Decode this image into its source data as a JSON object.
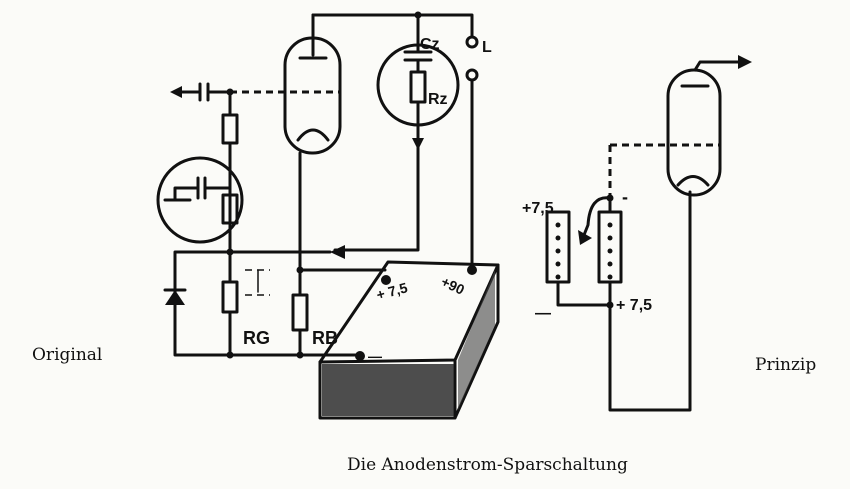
{
  "caption": "Die Anodenstrom-Sparschaltung",
  "left_title": "Original",
  "right_title": "Prinzip",
  "original": {
    "cz": "Cz",
    "rz": "Rz",
    "l": "L",
    "rg": "RG",
    "rb": "RB",
    "bat_plus75": "+ 7,5",
    "bat_plus90": "+90",
    "bat_minus": "—"
  },
  "prinzip": {
    "left_plus": "+7,5",
    "left_minus": "—",
    "right_minus": "-",
    "right_plus": "+ 7,5"
  }
}
